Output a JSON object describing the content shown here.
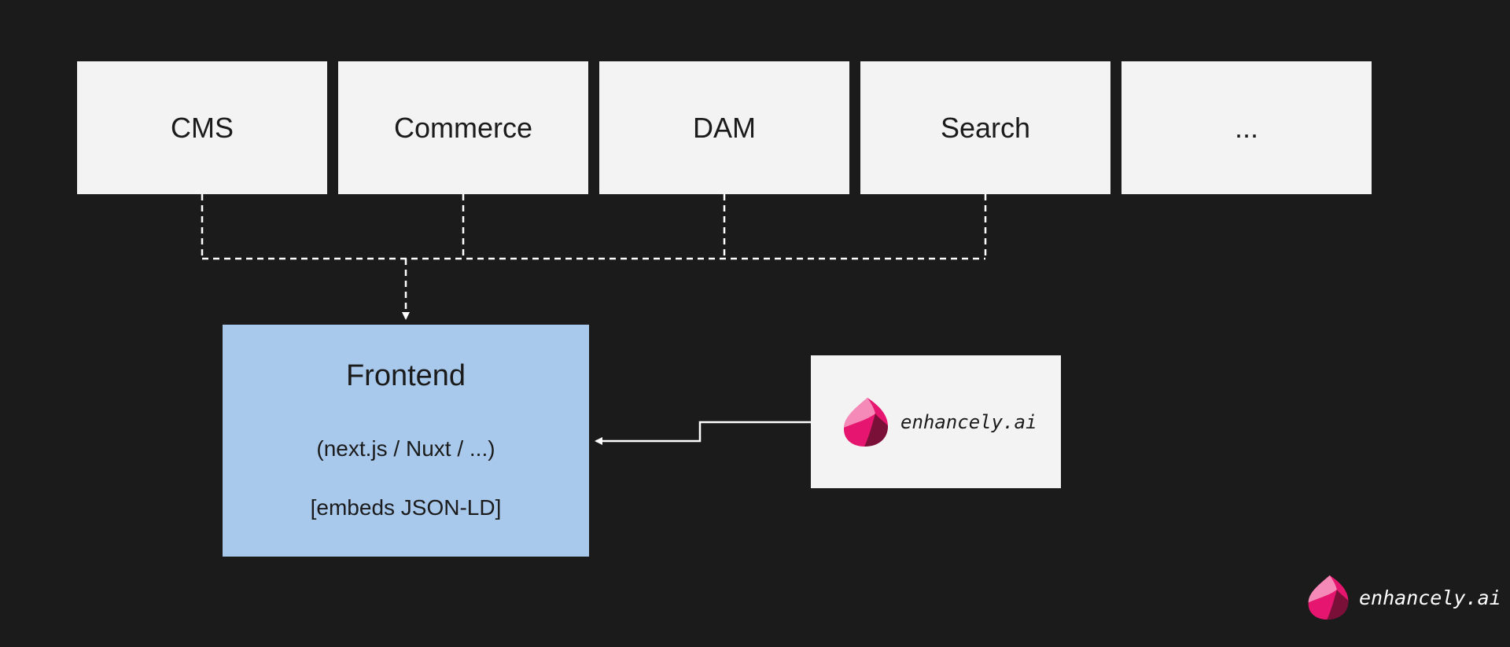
{
  "sources": [
    {
      "label": "CMS"
    },
    {
      "label": "Commerce"
    },
    {
      "label": "DAM"
    },
    {
      "label": "Search"
    },
    {
      "label": "..."
    }
  ],
  "frontend": {
    "title": "Frontend",
    "frameworks": "(next.js / Nuxt / ...)",
    "note": "[embeds JSON-LD]"
  },
  "enhancely_box": {
    "logo_text": "enhancely.ai",
    "logo_icon": "drop-logo-icon"
  },
  "corner_logo": {
    "logo_text": "enhancely.ai",
    "logo_icon": "drop-logo-icon"
  },
  "colors": {
    "background": "#1b1b1c",
    "source_box": "#f3f3f3",
    "frontend_box": "#a8c9ec",
    "connector": "#ffffff",
    "logo_pink_light": "#f58ab8",
    "logo_pink": "#e6156f",
    "logo_dark": "#7a1038"
  }
}
